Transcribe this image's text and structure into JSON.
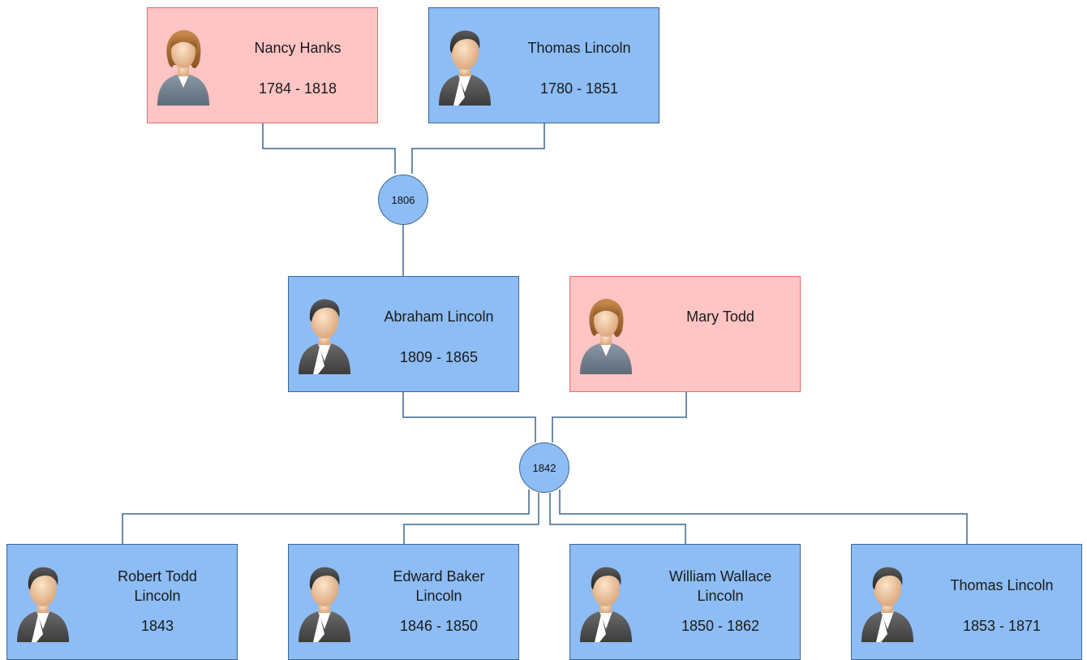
{
  "people": {
    "nancy": {
      "name": "Nancy Hanks",
      "years": "1784 - 1818"
    },
    "thomas_sr": {
      "name": "Thomas Lincoln",
      "years": "1780 - 1851"
    },
    "abraham": {
      "name": "Abraham Lincoln",
      "years": "1809 - 1865"
    },
    "mary": {
      "name": "Mary Todd",
      "years": ""
    },
    "robert": {
      "name_line1": "Robert Todd",
      "name_line2": "Lincoln",
      "years": "1843"
    },
    "edward": {
      "name_line1": "Edward Baker",
      "name_line2": "Lincoln",
      "years": "1846 - 1850"
    },
    "william": {
      "name_line1": "William Wallace",
      "name_line2": "Lincoln",
      "years": "1850 - 1862"
    },
    "thomas_jr": {
      "name": "Thomas Lincoln",
      "years": "1853 - 1871"
    }
  },
  "unions": {
    "u1806": "1806",
    "u1842": "1842"
  },
  "colors": {
    "male_fill": "#8dbdf4",
    "male_border": "#3d6690",
    "female_fill": "#ffc4c4",
    "female_border": "#ea6a6a",
    "connector": "#3d6690"
  },
  "icons": {
    "male": "male-person-icon",
    "female": "female-person-icon"
  }
}
